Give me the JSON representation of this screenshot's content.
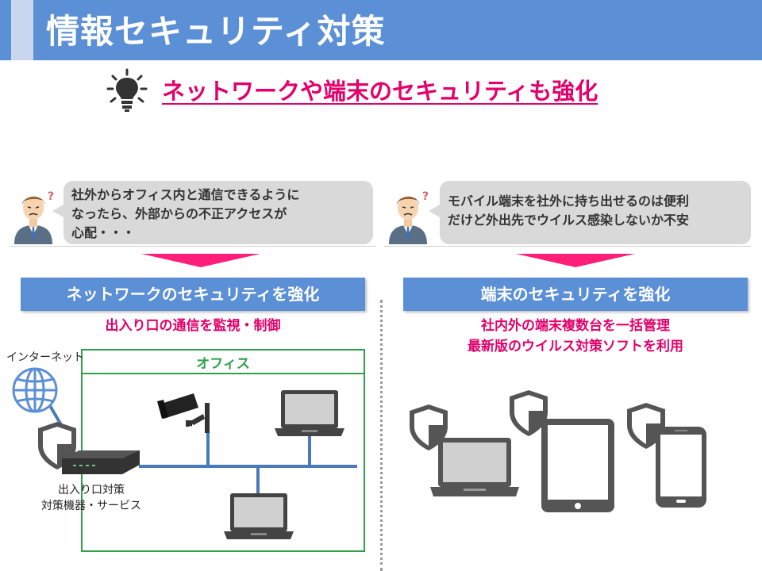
{
  "title": "情報セキュリティ対策",
  "headline": "ネットワークや端末のセキュリティも強化",
  "left": {
    "bubble_lines": [
      "社外からオフィス内と通信できるように",
      "なったら、外部からの不正アクセスが",
      "心配・・・"
    ],
    "header": "ネットワークのセキュリティを強化",
    "sub": "出入り口の通信を監視・制御",
    "internet_label": "インターネット",
    "office_label": "オフィス",
    "gateway_label_lines": [
      "出入り口対策",
      "対策機器・サービス"
    ]
  },
  "right": {
    "bubble_lines": [
      "モバイル端末を社外に持ち出せるのは便利",
      "だけど外出先でウイルス感染しないか不安"
    ],
    "header": "端末のセキュリティを強化",
    "sub_lines": [
      "社内外の端末複数台を一括管理",
      "最新版のウイルス対策ソフトを利用"
    ]
  },
  "icons": [
    "lightbulb-icon",
    "worried-man-icon",
    "globe-icon",
    "shield-icon",
    "router-icon",
    "security-camera-icon",
    "laptop-icon",
    "tablet-icon",
    "smartphone-icon"
  ],
  "colors": {
    "title_bar": "#5b8fd6",
    "accent_pink": "#e3006b",
    "office_green": "#2ea24a",
    "network_line": "#4a7ab8",
    "device_gray": "#555555"
  }
}
